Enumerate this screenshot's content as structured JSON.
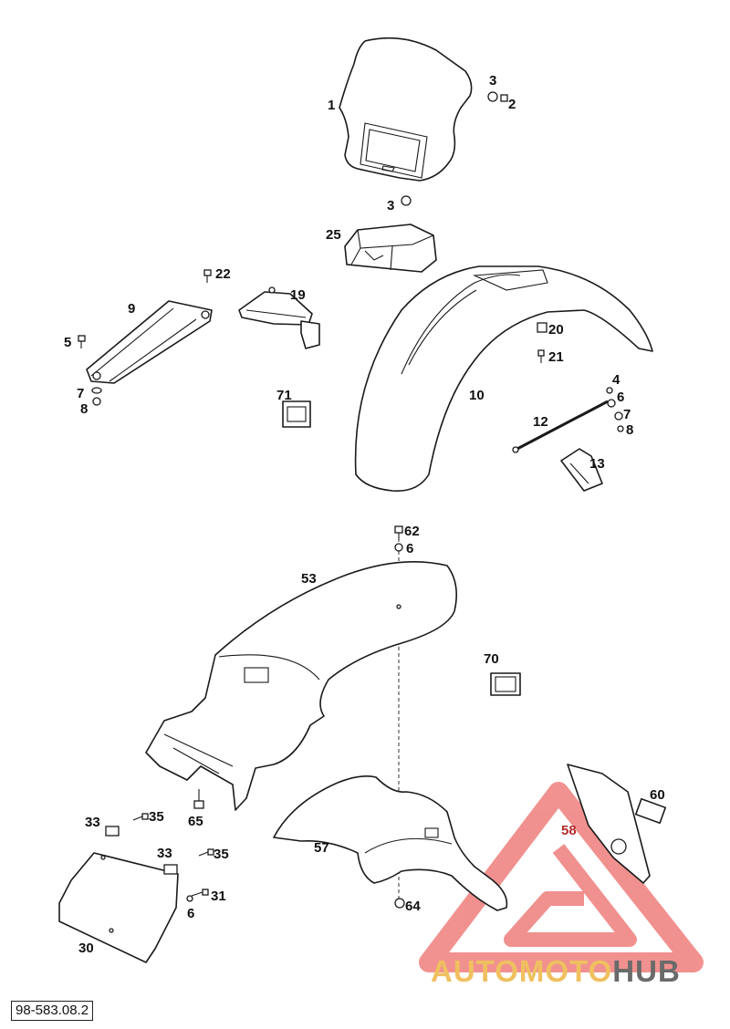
{
  "diagram": {
    "code": "98-583.08.2",
    "watermark": {
      "word_colored": "AUTOMOTO",
      "word_dark": "HUB",
      "color_primary": "#e53935",
      "color_secondary": "#f0c060"
    },
    "labels": [
      {
        "id": "1",
        "text": "1"
      },
      {
        "id": "2",
        "text": "2"
      },
      {
        "id": "3a",
        "text": "3"
      },
      {
        "id": "3b",
        "text": "3"
      },
      {
        "id": "25",
        "text": "25"
      },
      {
        "id": "22",
        "text": "22"
      },
      {
        "id": "9",
        "text": "9"
      },
      {
        "id": "19",
        "text": "19"
      },
      {
        "id": "5",
        "text": "5"
      },
      {
        "id": "7a",
        "text": "7"
      },
      {
        "id": "8a",
        "text": "8"
      },
      {
        "id": "71",
        "text": "71"
      },
      {
        "id": "20",
        "text": "20"
      },
      {
        "id": "21",
        "text": "21"
      },
      {
        "id": "10",
        "text": "10"
      },
      {
        "id": "4",
        "text": "4"
      },
      {
        "id": "6a",
        "text": "6"
      },
      {
        "id": "7b",
        "text": "7"
      },
      {
        "id": "8b",
        "text": "8"
      },
      {
        "id": "12",
        "text": "12"
      },
      {
        "id": "13",
        "text": "13"
      },
      {
        "id": "62",
        "text": "62"
      },
      {
        "id": "6b",
        "text": "6"
      },
      {
        "id": "53",
        "text": "53"
      },
      {
        "id": "70",
        "text": "70"
      },
      {
        "id": "65",
        "text": "65"
      },
      {
        "id": "33a",
        "text": "33"
      },
      {
        "id": "35a",
        "text": "35"
      },
      {
        "id": "33b",
        "text": "33"
      },
      {
        "id": "35b",
        "text": "35"
      },
      {
        "id": "31",
        "text": "31"
      },
      {
        "id": "6c",
        "text": "6"
      },
      {
        "id": "30",
        "text": "30"
      },
      {
        "id": "57",
        "text": "57"
      },
      {
        "id": "64",
        "text": "64"
      },
      {
        "id": "60",
        "text": "60"
      },
      {
        "id": "58",
        "text": "58"
      }
    ]
  }
}
